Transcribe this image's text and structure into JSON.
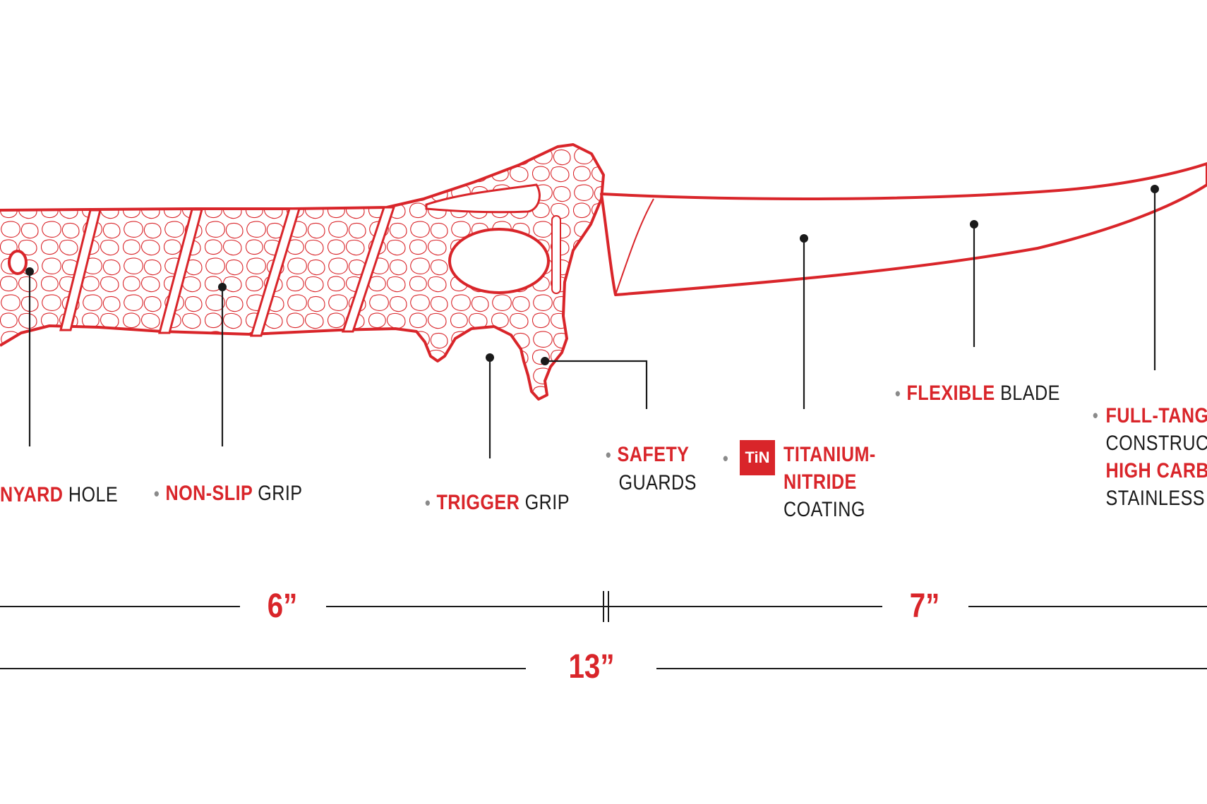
{
  "colors": {
    "accent": "#d9252a",
    "text": "#1a1a1a",
    "bullet": "#8a8a8a",
    "leader": "#1a1a1a"
  },
  "callouts": {
    "lanyard": {
      "accent": "NYARD",
      "rest": "HOLE"
    },
    "non_slip": {
      "accent": "NON-SLIP",
      "rest": "GRIP"
    },
    "trigger": {
      "accent": "TRIGGER",
      "rest": "GRIP"
    },
    "safety": {
      "accent": "SAFETY",
      "rest": "GUARDS"
    },
    "titanium": {
      "badge": "TiN",
      "accent_1": "TITANIUM-",
      "accent_2": "NITRIDE",
      "rest": "COATING"
    },
    "flexible": {
      "accent": "FLEXIBLE",
      "rest": "BLADE"
    },
    "full_tang": {
      "accent_1": "FULL-TANG",
      "rest_1": "CONSTRUCTI",
      "accent_2": "HIGH CARBO",
      "rest_2": "STAINLESS ST"
    }
  },
  "dimensions": {
    "handle": "6”",
    "blade": "7”",
    "total": "13”"
  }
}
